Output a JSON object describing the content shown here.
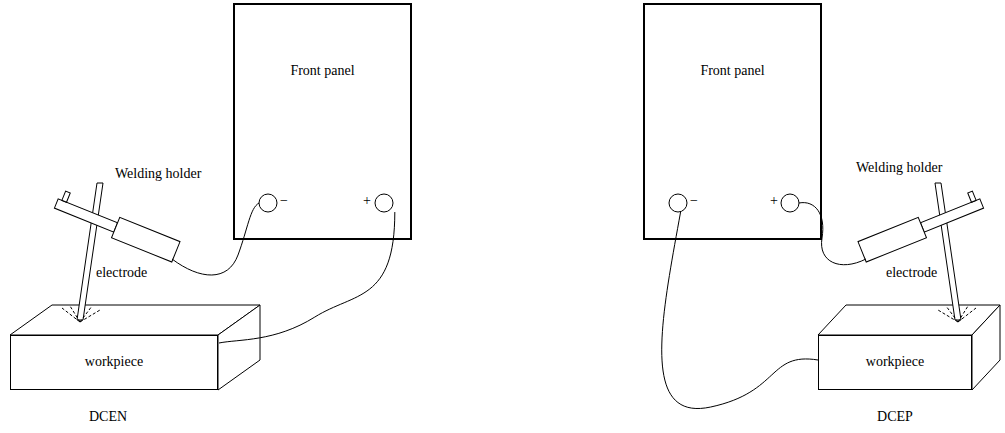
{
  "diagram": {
    "nodes": [
      {
        "text": [
          "Front panel"
        ]
      },
      {
        "text": [
          "workpiece"
        ]
      },
      {
        "text": [
          "Front panel"
        ]
      },
      {
        "text": [
          "workpiece"
        ]
      }
    ],
    "edges": [
      {
        "from": 0,
        "to": 1,
        "arrow": "none"
      },
      {
        "from": 2,
        "to": 3,
        "arrow": "none"
      }
    ],
    "labels": [
      "−",
      "+",
      "Welding holder",
      "electrode",
      "DCEN",
      "−",
      "+",
      "Welding holder",
      "electrode",
      "DCEP"
    ]
  }
}
